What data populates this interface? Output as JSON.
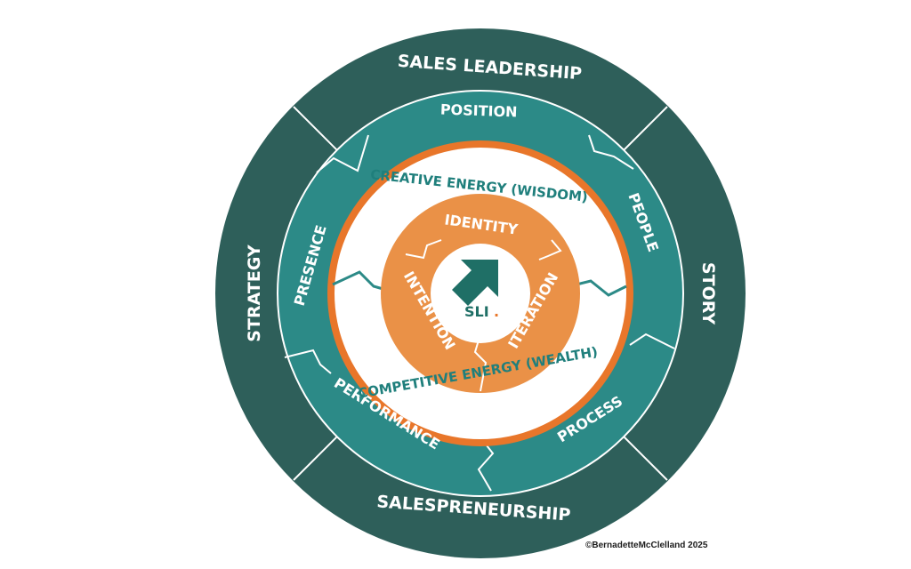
{
  "colors": {
    "outer_ring": "#2e5f5a",
    "middle_ring": "#2c8a87",
    "orange_ring": "#e8762a",
    "energy_ring": "#ffffff",
    "inner_ring": "#ea9147",
    "center": "#ffffff",
    "teal_text": "#1f7f7c",
    "logo_green": "#1f6f66",
    "logo_dot": "#e8762a"
  },
  "outer_ring": {
    "top": "SALES LEADERSHIP",
    "right": "STORY",
    "bottom": "SALESPRENEURSHIP",
    "left": "STRATEGY"
  },
  "middle_ring": {
    "top": "POSITION",
    "right": "PEOPLE",
    "bottom_right": "PROCESS",
    "bottom_left": "PERFORMANCE",
    "left": "PRESENCE"
  },
  "energy_ring": {
    "top": "CREATIVE ENERGY (WISDOM)",
    "bottom": "COMPETITIVE ENERGY (WEALTH)"
  },
  "inner_ring": {
    "top": "IDENTITY",
    "right": "ITERATION",
    "left": "INTENTION"
  },
  "center": {
    "logo_text": "SLI",
    "logo_dot": ".",
    "icon": "arrow-up-right-icon"
  },
  "copyright": "©BernadetteMcClelland 2025"
}
